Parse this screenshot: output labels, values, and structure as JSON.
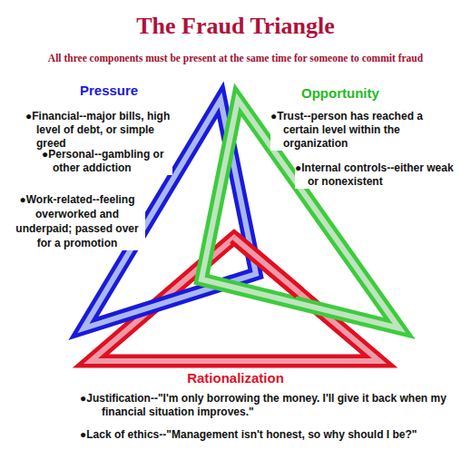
{
  "diagram": {
    "title": "The Fraud Triangle",
    "labels": [
      "All three components must be present at the same time for someone to commit fraud",
      "Pressure",
      "●Financial--major bills, high level of debt, or simple greed",
      "●Personal--gambling or other addiction",
      "●Work-related--feeling overworked and underpaid; passed over for a promotion",
      "Opportunity",
      "●Trust--person has reached a certain level within the organization",
      "●Internal controls--either weak or nonexistent",
      "Rationalization",
      "●Justification--\"I'm only borrowing the money. I'll give it back when my financial situation improves.\"",
      "●Lack of ethics--\"Management isn't honest, so why should I be?\""
    ]
  }
}
